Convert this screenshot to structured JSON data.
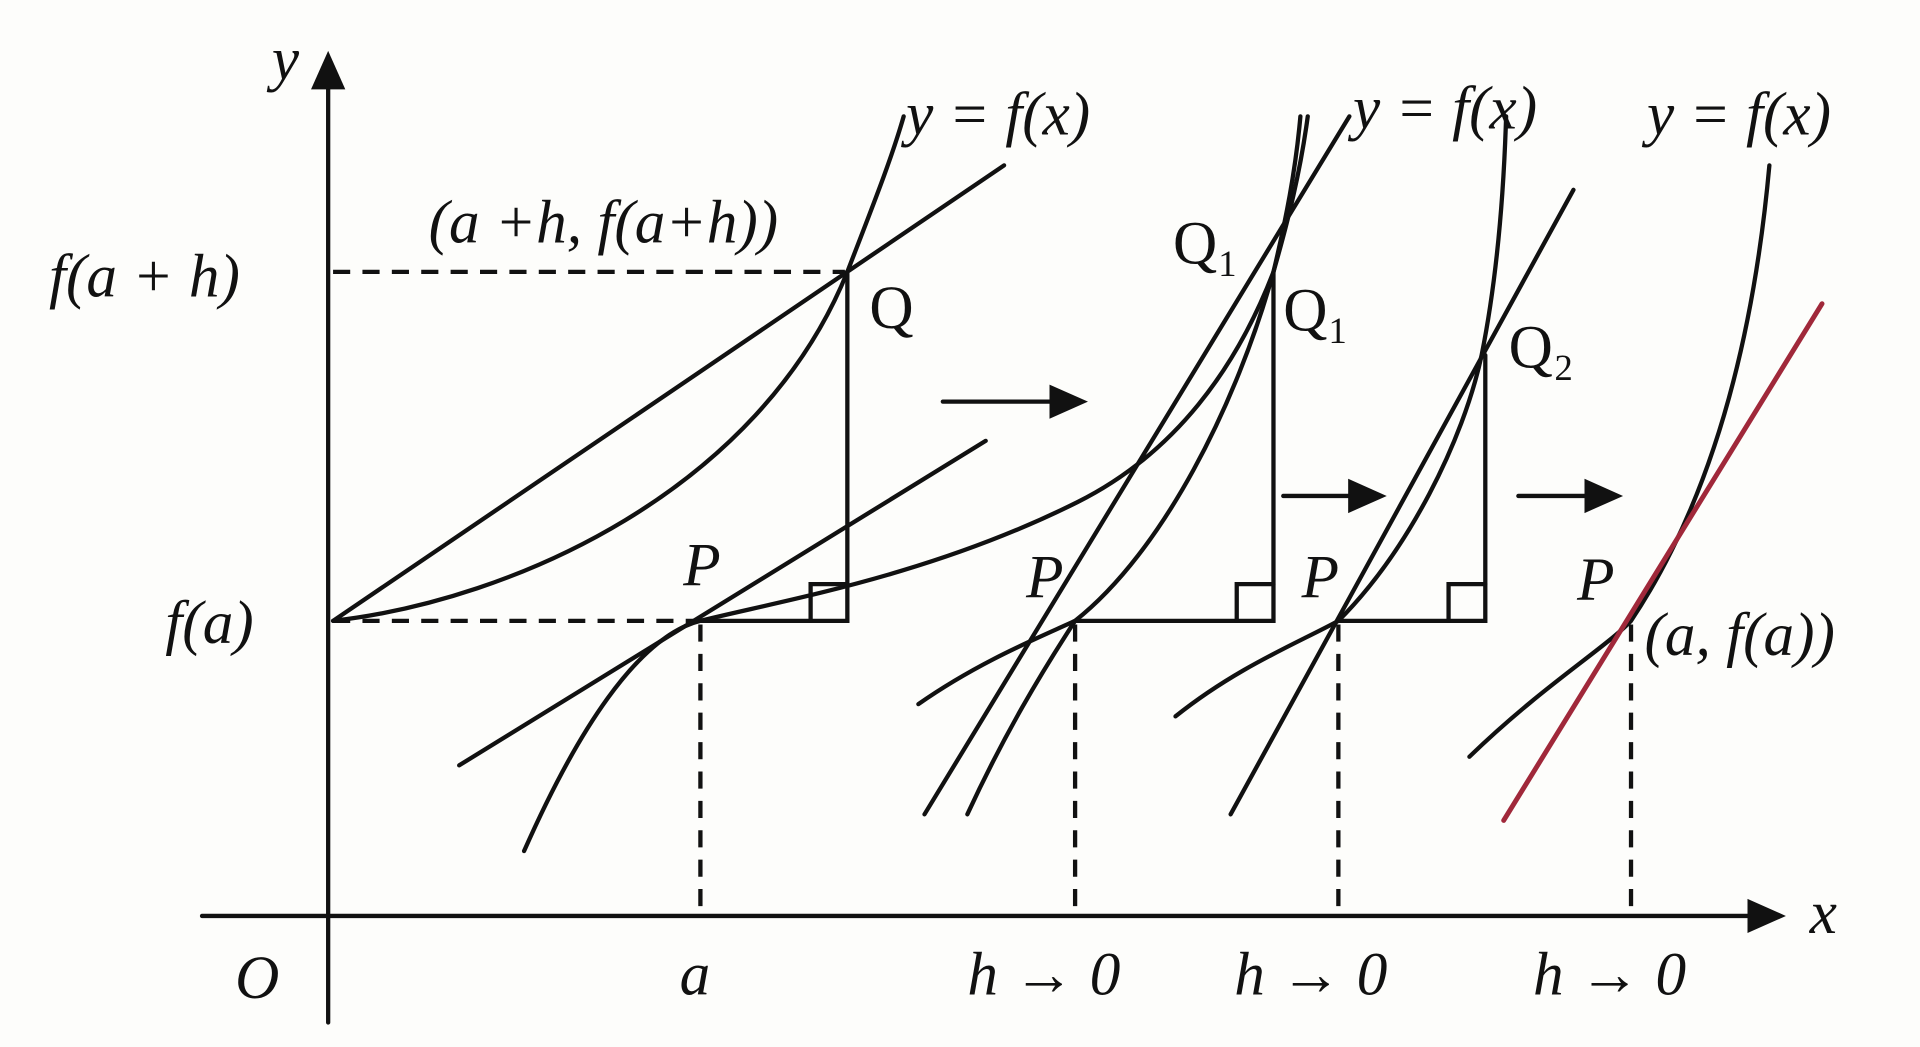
{
  "axes": {
    "y_label": "y",
    "x_label": "x",
    "origin_label": "O"
  },
  "y_ticks": {
    "fah": "f(a + h)",
    "fa": "f(a)"
  },
  "x_ticks": {
    "a": "a",
    "h1": "h → 0",
    "h2": "h → 0",
    "h3": "h → 0"
  },
  "curve_labels": [
    "y = f(x)",
    "y = f(x)",
    "y = f(x)"
  ],
  "points": {
    "q_coord": "(a +h, f(a+h))",
    "q": "Q",
    "p1": "P",
    "p2": "P",
    "p3": "P",
    "p4": "P",
    "q1_a": "Q₁",
    "q1_b": "Q₁",
    "q2": "Q₂",
    "p_coord": "(a, f(a))"
  },
  "colors": {
    "tangent": "#a0283a",
    "ink": "#111111",
    "background": "#fdfdfb"
  }
}
